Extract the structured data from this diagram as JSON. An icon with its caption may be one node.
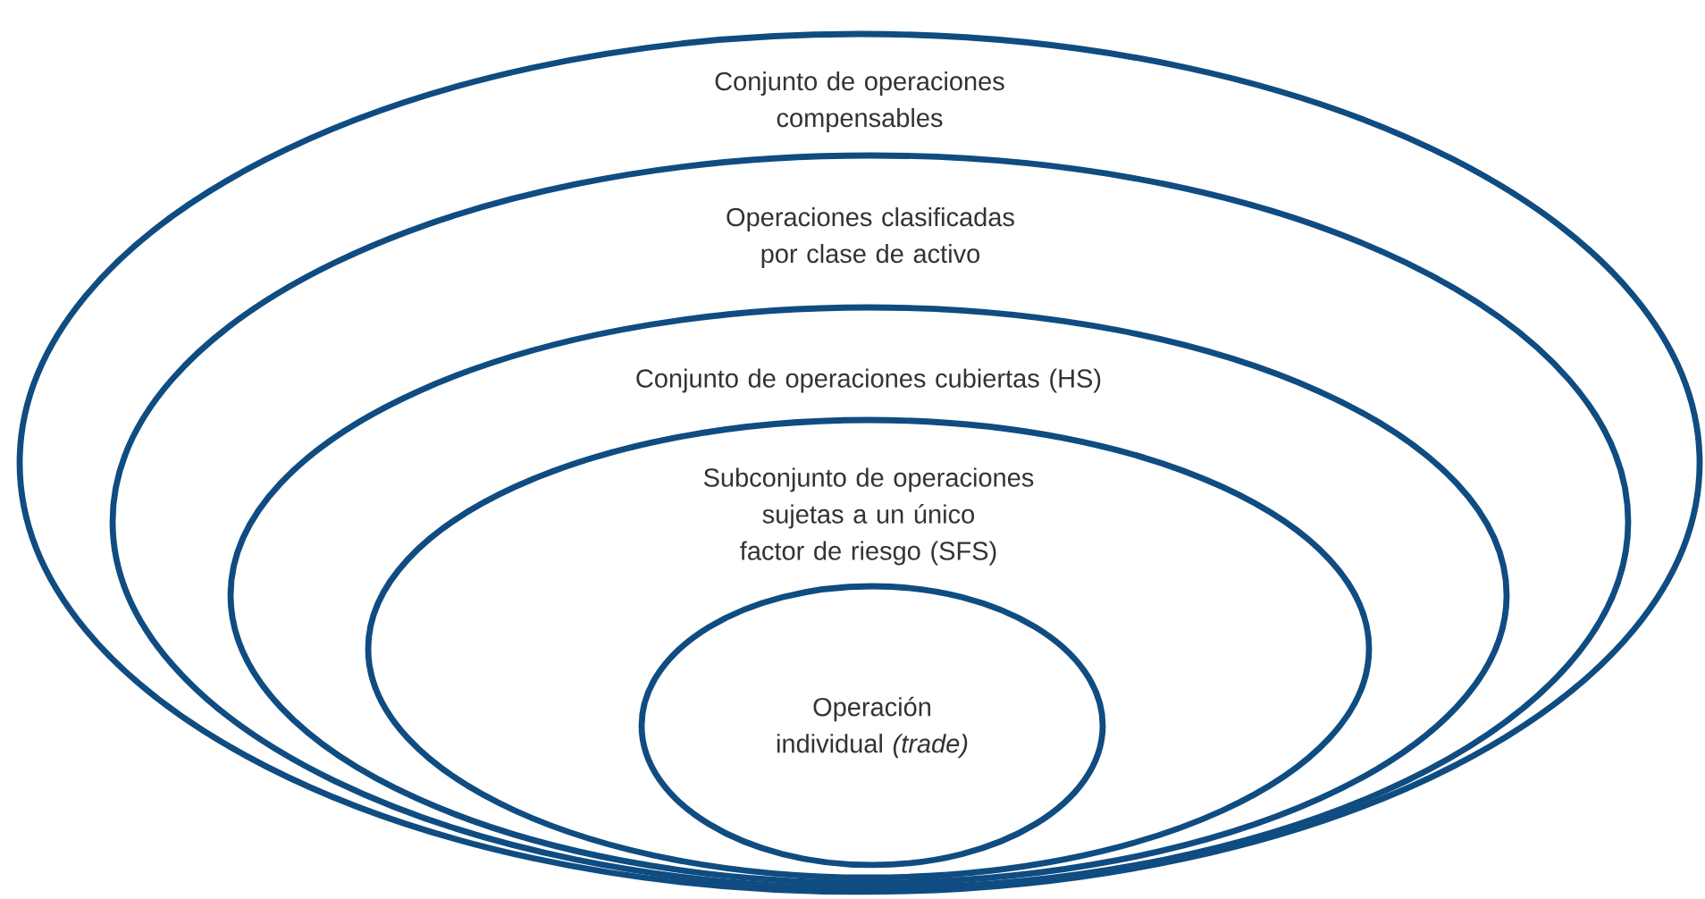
{
  "diagram": {
    "nodes": [
      {
        "text": [
          "Conjunto de operaciones compensables"
        ]
      },
      {
        "text": [
          "Operaciones clasificadas por clase de activo"
        ],
        "in": 0
      },
      {
        "text": [
          "Conjunto de operaciones cubiertas (HS)"
        ],
        "in": 1
      },
      {
        "text": [
          "Subconjunto de operaciones sujetas a un único factor de riesgo (SFS)"
        ],
        "in": 2
      },
      {
        "text": [
          "Operación individual *(trade)*"
        ],
        "in": 3
      }
    ]
  }
}
